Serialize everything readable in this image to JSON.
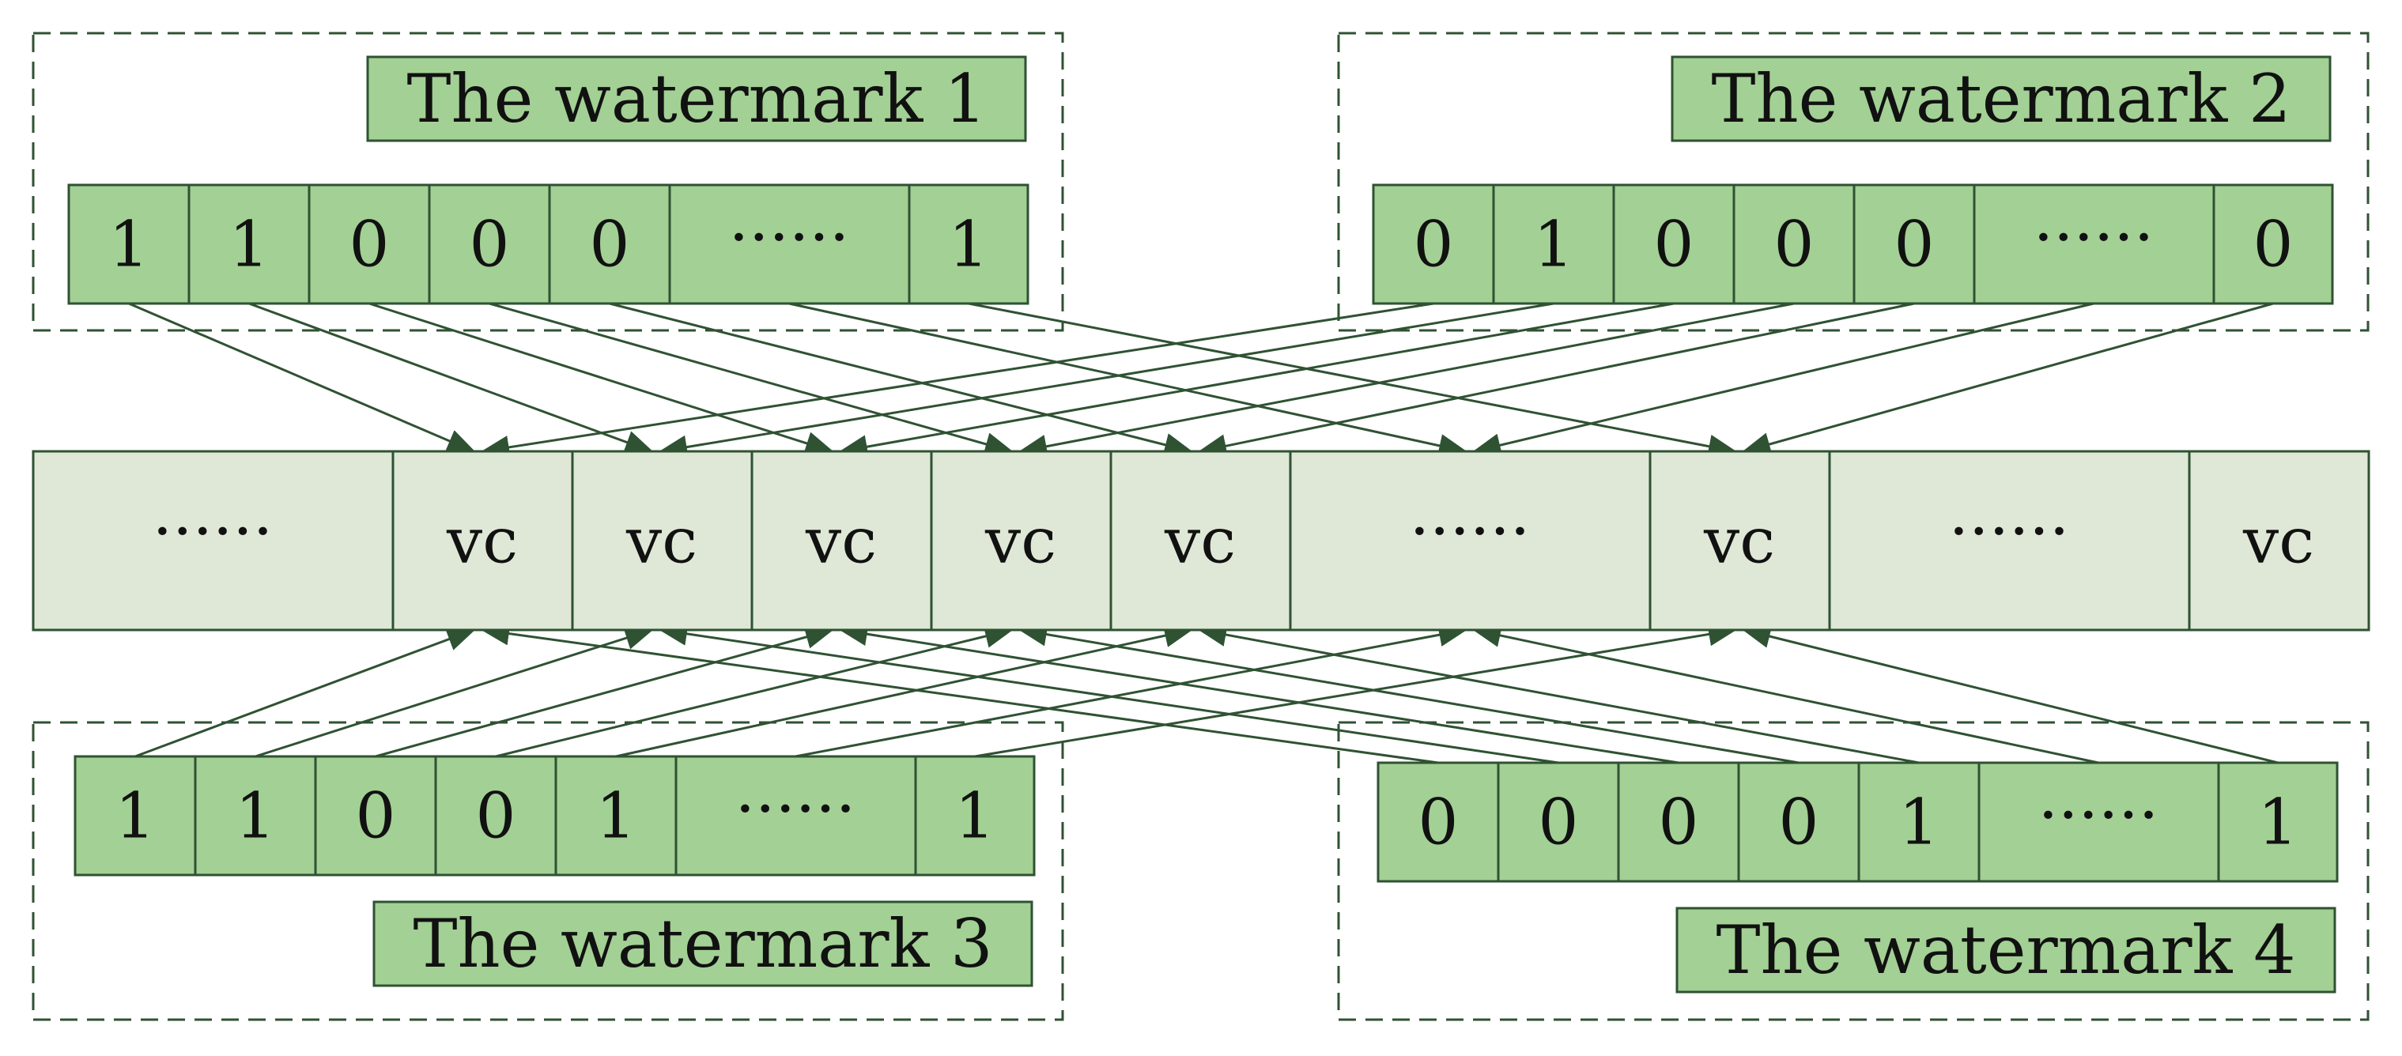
{
  "colors": {
    "cell_fill": "#a3d094",
    "center_fill": "#dfe8d6",
    "stroke": "#2f5233"
  },
  "center_row": [
    "······",
    "vc",
    "vc",
    "vc",
    "vc",
    "vc",
    "······",
    "vc",
    "······",
    "vc"
  ],
  "watermarks": [
    {
      "title": "The watermark 1",
      "bits": [
        "1",
        "1",
        "0",
        "0",
        "0",
        "······",
        "1"
      ]
    },
    {
      "title": "The watermark 2",
      "bits": [
        "0",
        "1",
        "0",
        "0",
        "0",
        "······",
        "0"
      ]
    },
    {
      "title": "The watermark 3",
      "bits": [
        "1",
        "1",
        "0",
        "0",
        "1",
        "······",
        "1"
      ]
    },
    {
      "title": "The watermark 4",
      "bits": [
        "0",
        "0",
        "0",
        "0",
        "1",
        "······",
        "1"
      ]
    }
  ]
}
